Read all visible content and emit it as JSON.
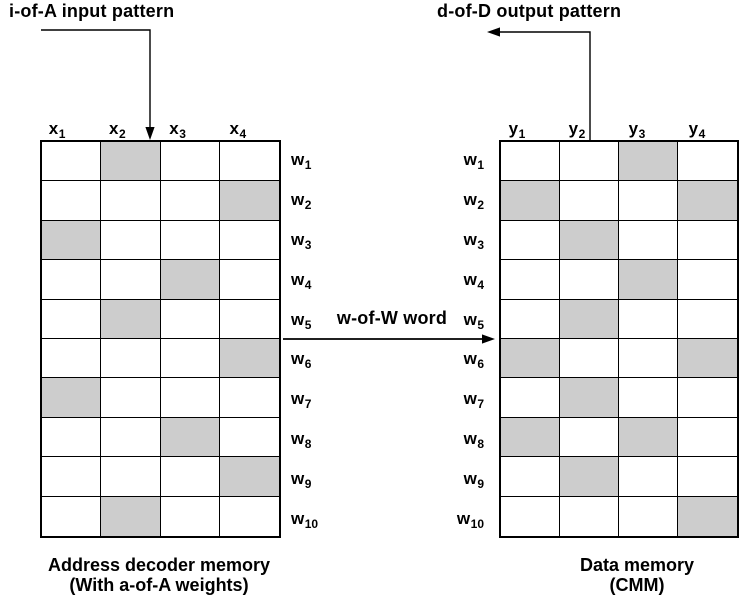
{
  "colors": {
    "shaded_cell": "#cdcdcd",
    "line": "#000000",
    "background": "#ffffff",
    "text": "#000000"
  },
  "annotations": {
    "input_pattern": "i-of-A input pattern",
    "output_pattern": "d-of-D output pattern",
    "word": "w-of-W word"
  },
  "left_grid": {
    "caption_line1": "Address decoder memory",
    "caption_line2": "(With a-of-A weights)",
    "column_headers": [
      {
        "base": "x",
        "sub": "1"
      },
      {
        "base": "x",
        "sub": "2"
      },
      {
        "base": "x",
        "sub": "3"
      },
      {
        "base": "x",
        "sub": "4"
      }
    ],
    "row_labels": [
      {
        "base": "w",
        "sub": "1"
      },
      {
        "base": "w",
        "sub": "2"
      },
      {
        "base": "w",
        "sub": "3"
      },
      {
        "base": "w",
        "sub": "4"
      },
      {
        "base": "w",
        "sub": "5"
      },
      {
        "base": "w",
        "sub": "6"
      },
      {
        "base": "w",
        "sub": "7"
      },
      {
        "base": "w",
        "sub": "8"
      },
      {
        "base": "w",
        "sub": "9"
      },
      {
        "base": "w",
        "sub": "10"
      }
    ],
    "shaded": [
      [
        0,
        1,
        0,
        0
      ],
      [
        0,
        0,
        0,
        1
      ],
      [
        1,
        0,
        0,
        0
      ],
      [
        0,
        0,
        1,
        0
      ],
      [
        0,
        1,
        0,
        0
      ],
      [
        0,
        0,
        0,
        1
      ],
      [
        1,
        0,
        0,
        0
      ],
      [
        0,
        0,
        1,
        0
      ],
      [
        0,
        0,
        0,
        1
      ],
      [
        0,
        1,
        0,
        0
      ]
    ]
  },
  "right_grid": {
    "caption_line1": "Data memory",
    "caption_line2": "(CMM)",
    "column_headers": [
      {
        "base": "y",
        "sub": "1"
      },
      {
        "base": "y",
        "sub": "2"
      },
      {
        "base": "y",
        "sub": "3"
      },
      {
        "base": "y",
        "sub": "4"
      }
    ],
    "row_labels": [
      {
        "base": "w",
        "sub": "1"
      },
      {
        "base": "w",
        "sub": "2"
      },
      {
        "base": "w",
        "sub": "3"
      },
      {
        "base": "w",
        "sub": "4"
      },
      {
        "base": "w",
        "sub": "5"
      },
      {
        "base": "w",
        "sub": "6"
      },
      {
        "base": "w",
        "sub": "7"
      },
      {
        "base": "w",
        "sub": "8"
      },
      {
        "base": "w",
        "sub": "9"
      },
      {
        "base": "w",
        "sub": "10"
      }
    ],
    "shaded": [
      [
        0,
        0,
        1,
        0
      ],
      [
        1,
        0,
        0,
        1
      ],
      [
        0,
        1,
        0,
        0
      ],
      [
        0,
        0,
        1,
        0
      ],
      [
        0,
        1,
        0,
        0
      ],
      [
        1,
        0,
        0,
        1
      ],
      [
        0,
        1,
        0,
        0
      ],
      [
        1,
        0,
        1,
        0
      ],
      [
        0,
        1,
        0,
        0
      ],
      [
        0,
        0,
        0,
        1
      ]
    ]
  }
}
